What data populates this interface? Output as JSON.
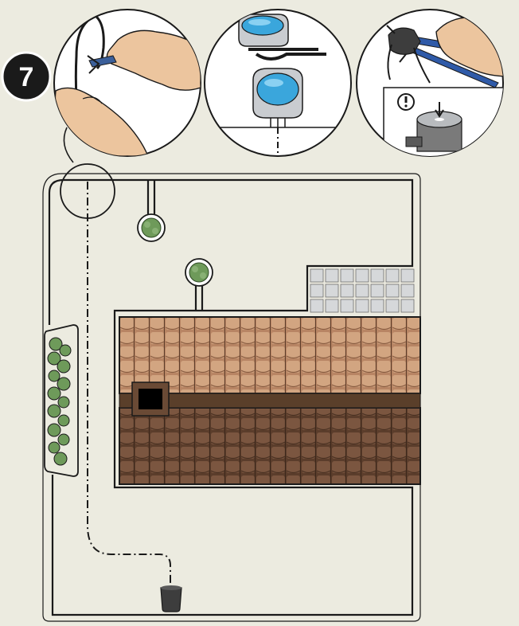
{
  "step": {
    "number": "7"
  },
  "colors": {
    "background": "#ecebe0",
    "outline": "#1a1a1a",
    "connector_blue": "#3aa6dc",
    "connector_grey": "#c9ccd0",
    "roof_light": "#d8ae8c",
    "roof_dark": "#6b4a36",
    "ridge": "#5a3f2a",
    "shrub": "#6e9a5a",
    "tile": "#d6d8da",
    "charging_station": "#3d3d3d"
  },
  "icons": {
    "step_badge": "step-number-badge",
    "panel_left": "cutting-wire-with-pliers",
    "panel_middle": "wire-connector",
    "panel_right": "pliers-compressing-connector",
    "warning": "exclamation-warning-icon",
    "charging_station": "charging-station-icon"
  }
}
